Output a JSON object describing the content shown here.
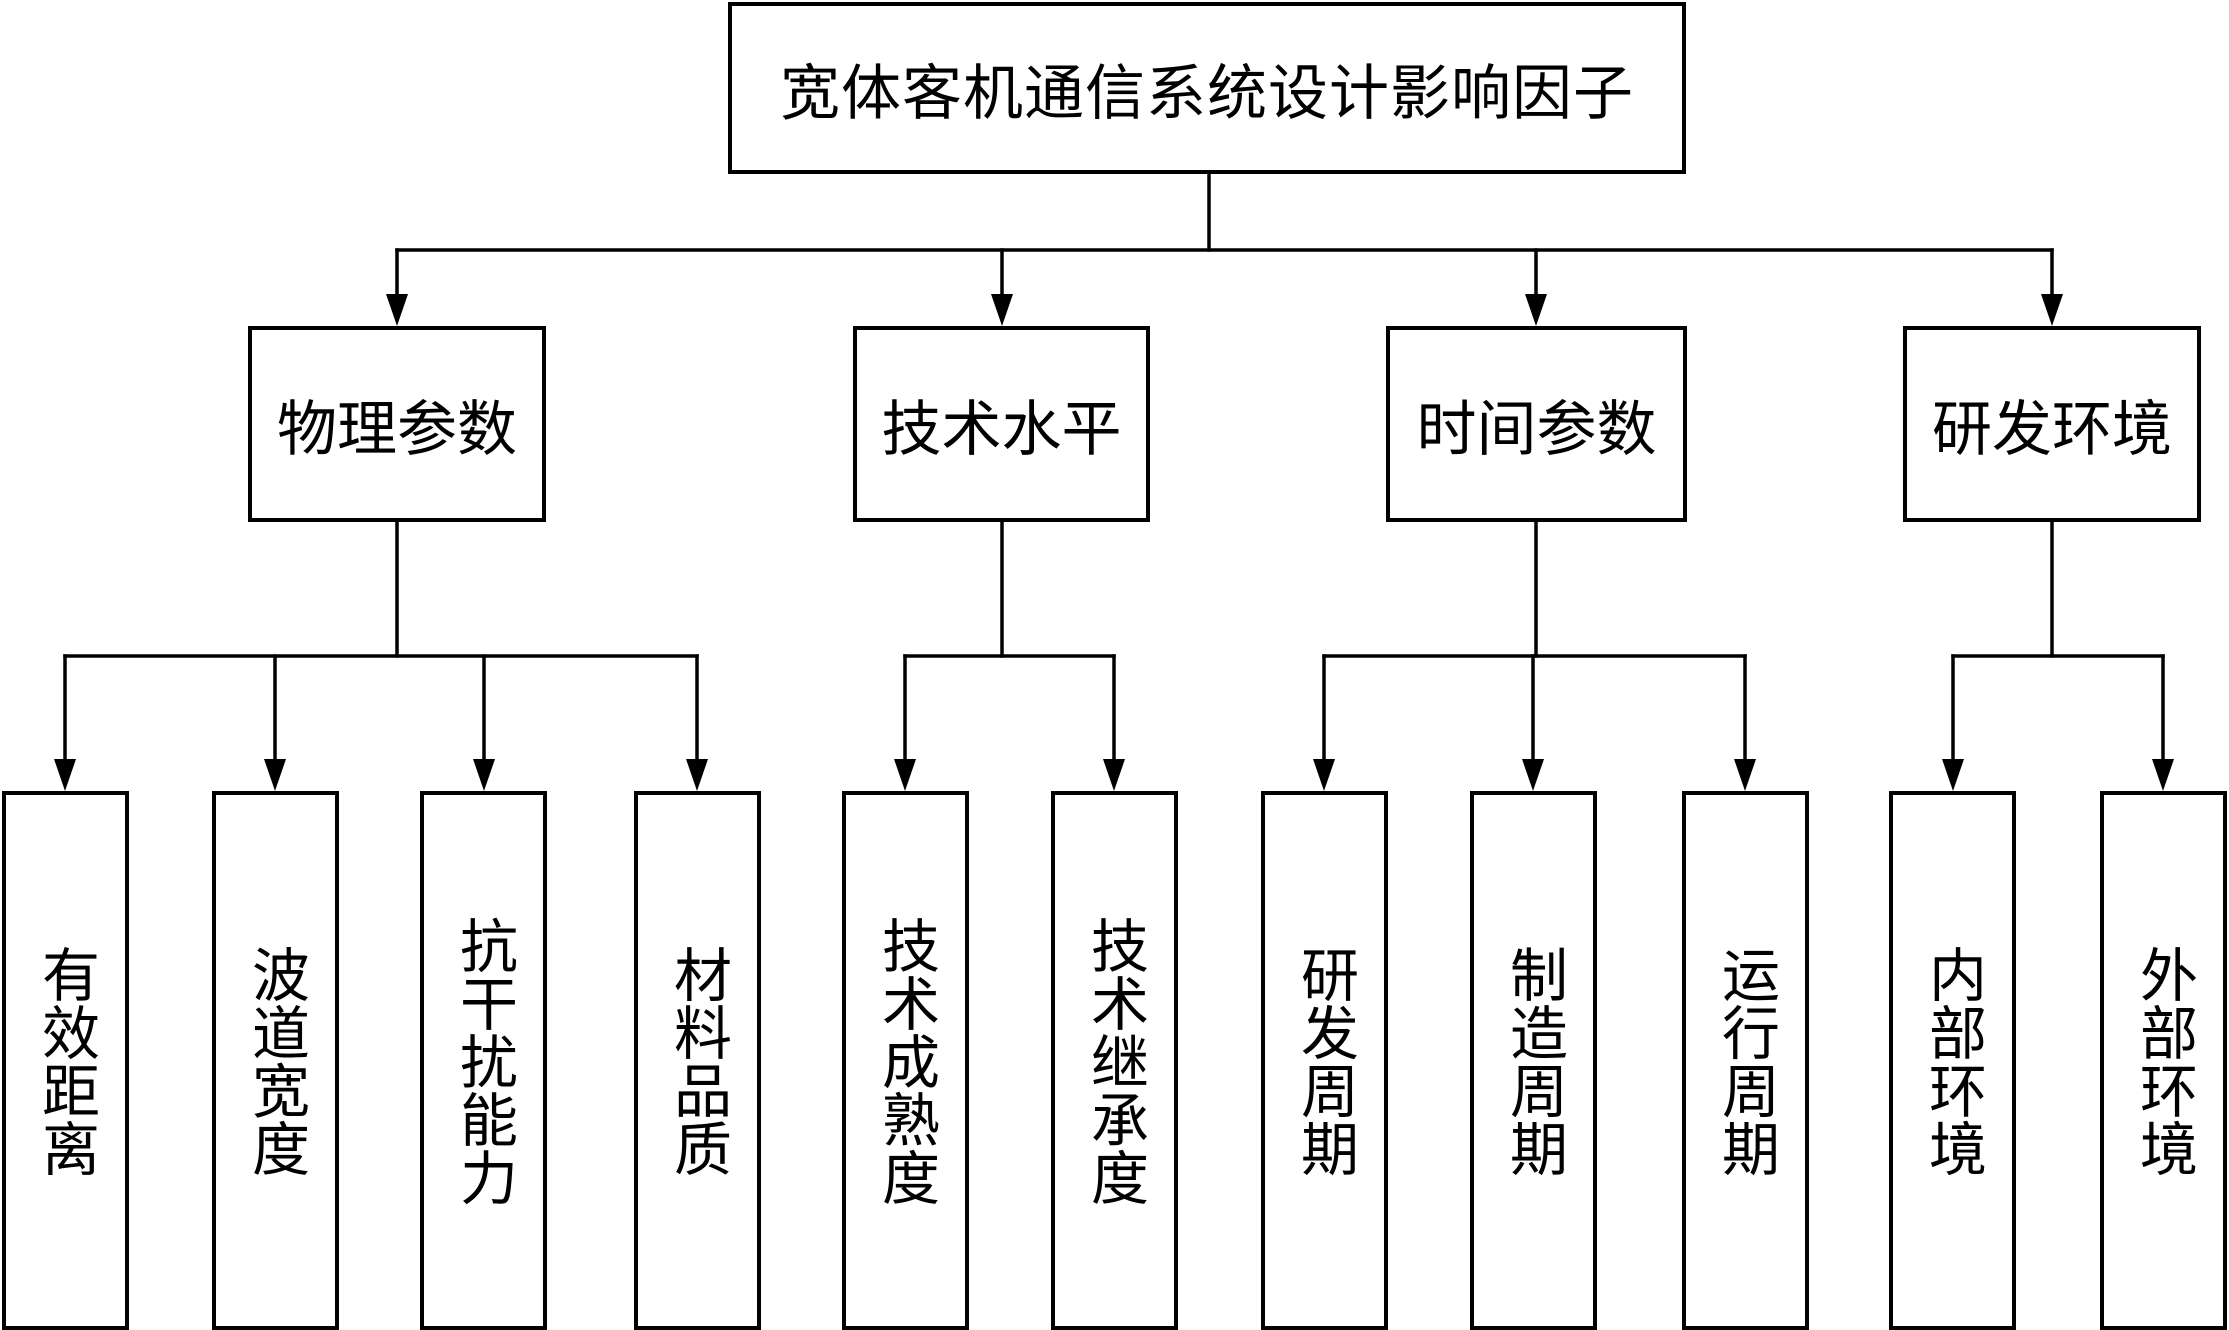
{
  "root": {
    "label": "宽体客机通信系统设计影响因子"
  },
  "categories": [
    {
      "label": "物理参数",
      "children": [
        "有效距离",
        "波道宽度",
        "抗干扰能力",
        "材料品质"
      ]
    },
    {
      "label": "技术水平",
      "children": [
        "技术成熟度",
        "技术继承度"
      ]
    },
    {
      "label": "时间参数",
      "children": [
        "研发周期",
        "制造周期",
        "运行周期"
      ]
    },
    {
      "label": "研发环境",
      "children": [
        "内部环境",
        "外部环境"
      ]
    }
  ],
  "colors": {
    "line": "#000000",
    "box_fill": "#ffffff",
    "text": "#000000"
  }
}
